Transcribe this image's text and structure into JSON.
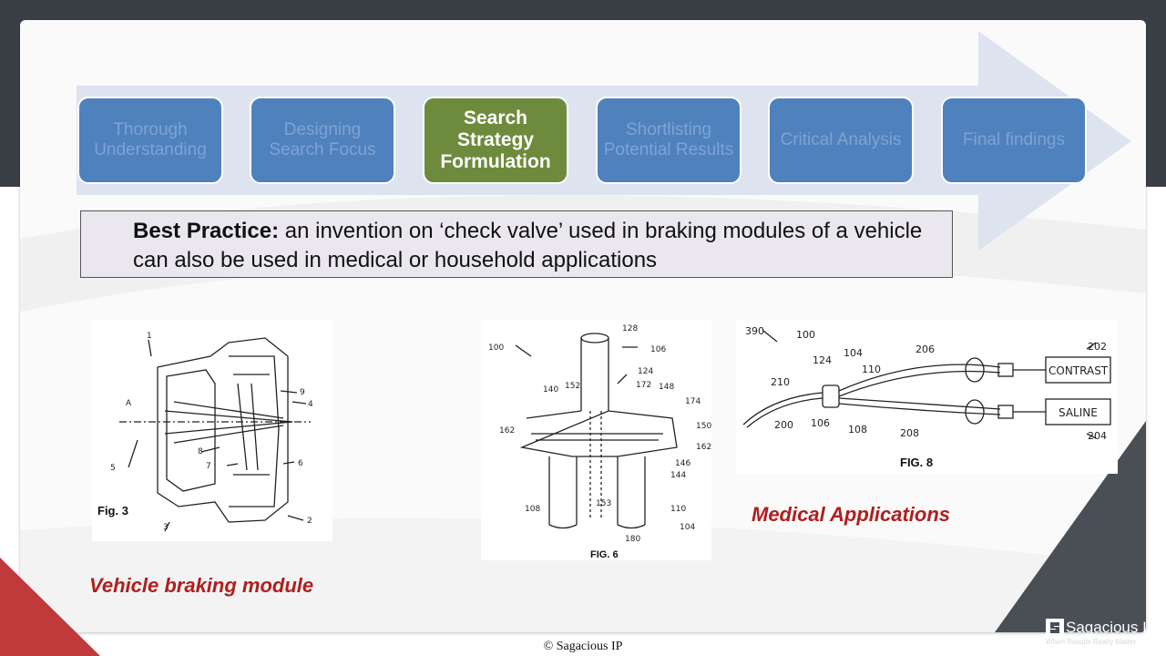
{
  "process_steps": [
    {
      "label": "Thorough Understanding",
      "state": "inactive"
    },
    {
      "label": "Designing Search Focus",
      "state": "inactive"
    },
    {
      "label": "Search Strategy Formulation",
      "state": "active"
    },
    {
      "label": "Shortlisting Potential Results",
      "state": "inactive"
    },
    {
      "label": "Critical Analysis",
      "state": "inactive"
    },
    {
      "label": "Final findings",
      "state": "inactive"
    }
  ],
  "best_practice": {
    "heading": "Best Practice:",
    "text": " an invention on ‘check valve’ used in braking modules of a vehicle can also be used in medical or household applications"
  },
  "figures": {
    "braking": {
      "caption": "Fig. 3",
      "refs": [
        "1",
        "A",
        "9",
        "4",
        "8",
        "5",
        "7",
        "6",
        "3",
        "2"
      ]
    },
    "valve": {
      "caption": "FIG. 6",
      "refs": [
        "128",
        "100",
        "106",
        "124",
        "140",
        "152",
        "172",
        "148",
        "174",
        "162",
        "150",
        "162",
        "146",
        "144",
        "108",
        "153",
        "110",
        "104",
        "180"
      ]
    },
    "medical": {
      "caption": "FIG. 8",
      "refs": [
        "390",
        "100",
        "104",
        "206",
        "202",
        "124",
        "110",
        "210",
        "200",
        "106",
        "108",
        "208",
        "204"
      ],
      "box_labels": [
        "CONTRAST",
        "SALINE"
      ]
    }
  },
  "captions": {
    "vehicle": "Vehicle braking module",
    "medical": "Medical Applications"
  },
  "footer": {
    "copyright": "© Sagacious  IP"
  },
  "logo": {
    "name": "Sagacious IP",
    "tagline": "When Results Really Matter"
  },
  "colors": {
    "step_inactive": "#4f81bd",
    "step_active": "#6e8b3d",
    "caption_red": "#b01e1e",
    "arrow": "#dde3ef"
  }
}
